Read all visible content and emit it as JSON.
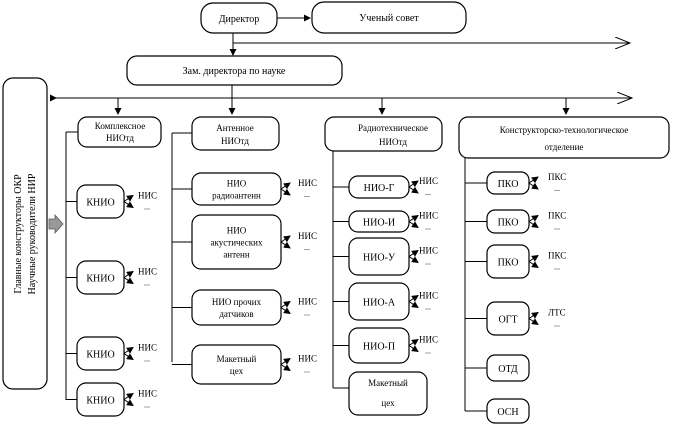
{
  "diagram": {
    "director": "Директор",
    "scientific_council": "Ученый совет",
    "deputy_director": "Зам. директора по науке",
    "side_label_line1": "Главные конструкторы ОКР",
    "side_label_line2": "Научные руководители НИР",
    "departments": {
      "complex": {
        "line1": "Комплексное",
        "line2": "НИОтд"
      },
      "antenna": {
        "line1": "Антенное",
        "line2": "НИОтд"
      },
      "radio": {
        "line1": "Радиотехническое",
        "line2": "НИОтд"
      },
      "design": {
        "line1": "Конструкторско-технологическое",
        "line2": "отделение"
      }
    },
    "complex_units": [
      "КНИО",
      "КНИО",
      "КНИО",
      "КНИО"
    ],
    "antenna_units": [
      {
        "lines": [
          "НИО",
          "радиоантенн"
        ]
      },
      {
        "lines": [
          "НИО",
          "акустических",
          "антенн"
        ]
      },
      {
        "lines": [
          "НИО прочих",
          "датчиков"
        ]
      },
      {
        "lines": [
          "Макетный",
          "цех"
        ]
      }
    ],
    "radio_units": [
      "НИО-Г",
      "НИО-И",
      "НИО-У",
      "НИО-А",
      "НИО-П"
    ],
    "radio_workshop": [
      "Макетный",
      "цех"
    ],
    "design_units": [
      "ПКО",
      "ПКО",
      "ПКО",
      "ОГТ",
      "ОТД",
      "ОСН"
    ],
    "sector_nis": "НИС",
    "sector_pks": "ПКС",
    "sector_lts": "ЛТС",
    "ellipsis": "..."
  }
}
